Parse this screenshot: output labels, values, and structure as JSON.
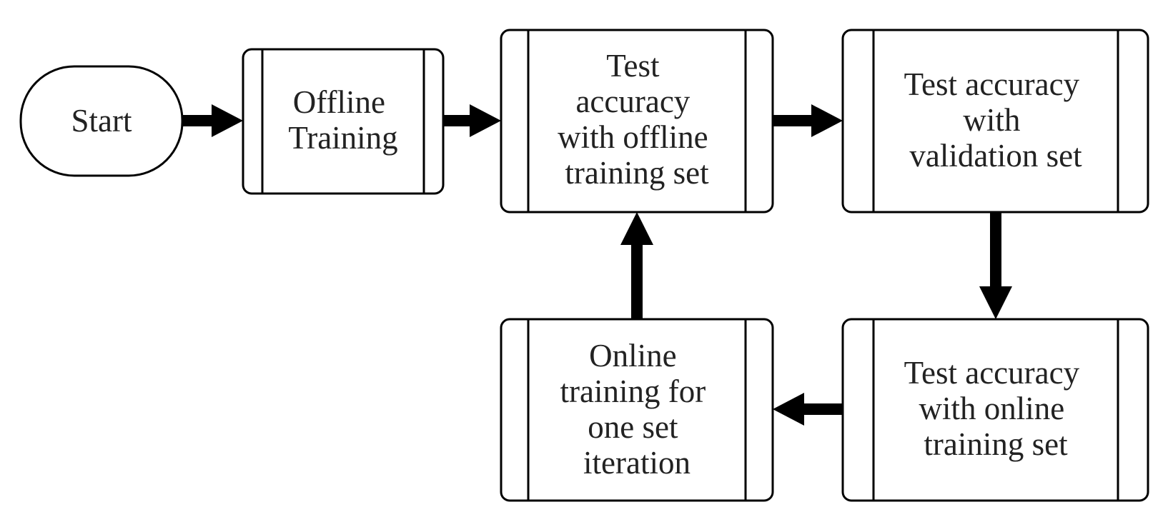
{
  "diagram": {
    "colors": {
      "stroke": "#000000",
      "text": "#222222",
      "fill": "#ffffff"
    },
    "nodes": {
      "start": {
        "lines": [
          "Start"
        ]
      },
      "offline_training": {
        "lines": [
          "Offline",
          "Training"
        ]
      },
      "test_offline": {
        "lines": [
          "Test",
          "accuracy",
          "with offline",
          "training set"
        ]
      },
      "test_validation": {
        "lines": [
          "Test accuracy",
          "with",
          "validation set"
        ]
      },
      "test_online": {
        "lines": [
          "Test accuracy",
          "with online",
          "training set"
        ]
      },
      "online_training": {
        "lines": [
          "Online",
          "training for",
          "one set",
          "iteration"
        ]
      }
    }
  }
}
